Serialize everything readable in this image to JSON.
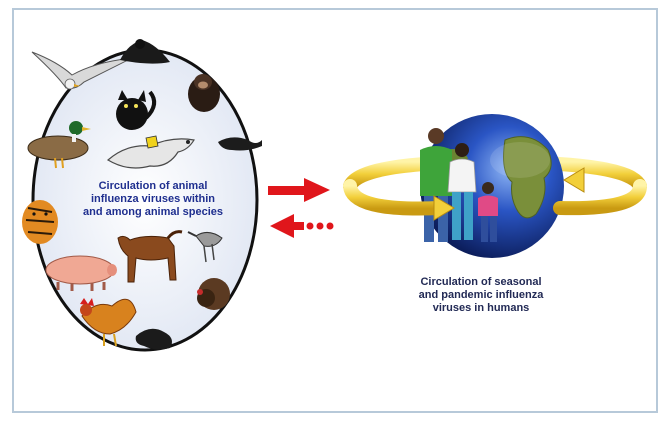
{
  "diagram": {
    "animal_caption": [
      "Circulation of animal",
      "influenza viruses within",
      "and among animal species"
    ],
    "human_caption": [
      "Circulation of seasonal",
      "and pandemic influenza",
      "viruses in humans"
    ],
    "arrows": [
      {
        "direction": "right",
        "style": "solid",
        "color": "#e0161b"
      },
      {
        "direction": "left",
        "style": "dotted-tail",
        "color": "#e0161b"
      }
    ],
    "animals": [
      "gull",
      "penguin",
      "chimpanzee",
      "cat",
      "duck",
      "dog",
      "ferret",
      "tiger",
      "horse",
      "heron",
      "pig",
      "turkey",
      "rooster",
      "seal"
    ],
    "colors": {
      "oval_fill": "#dde4f2",
      "oval_border": "#111111",
      "caption_text": "#1f2f8f",
      "orbit_ring": "#f2cf3a",
      "globe_ocean": "#1c3a94"
    }
  }
}
